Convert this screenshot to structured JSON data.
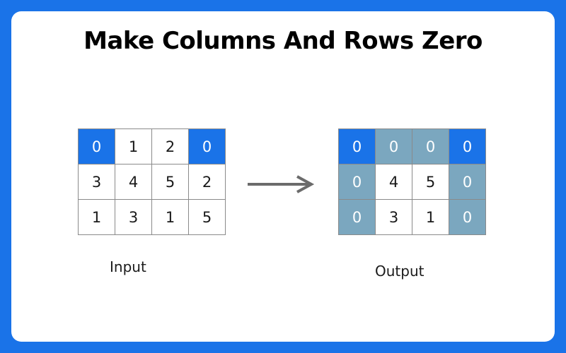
{
  "title": "Make Columns And Rows Zero",
  "input": {
    "caption": "Input",
    "matrix": [
      [
        "0",
        "1",
        "2",
        "0"
      ],
      [
        "3",
        "4",
        "5",
        "2"
      ],
      [
        "1",
        "3",
        "1",
        "5"
      ]
    ],
    "highlight": [
      [
        "blue",
        "white",
        "white",
        "blue"
      ],
      [
        "white",
        "white",
        "white",
        "white"
      ],
      [
        "white",
        "white",
        "white",
        "white"
      ]
    ]
  },
  "output": {
    "caption": "Output",
    "matrix": [
      [
        "0",
        "0",
        "0",
        "0"
      ],
      [
        "0",
        "4",
        "5",
        "0"
      ],
      [
        "0",
        "3",
        "1",
        "0"
      ]
    ],
    "highlight": [
      [
        "blue",
        "steel",
        "steel",
        "blue"
      ],
      [
        "steel",
        "white",
        "white",
        "steel"
      ],
      [
        "steel",
        "white",
        "white",
        "steel"
      ]
    ]
  },
  "colors": {
    "background": "#1a73e8",
    "zero_source": "#1a73e8",
    "zeroed": "#7ba7bf",
    "arrow": "#6b6b6b"
  }
}
